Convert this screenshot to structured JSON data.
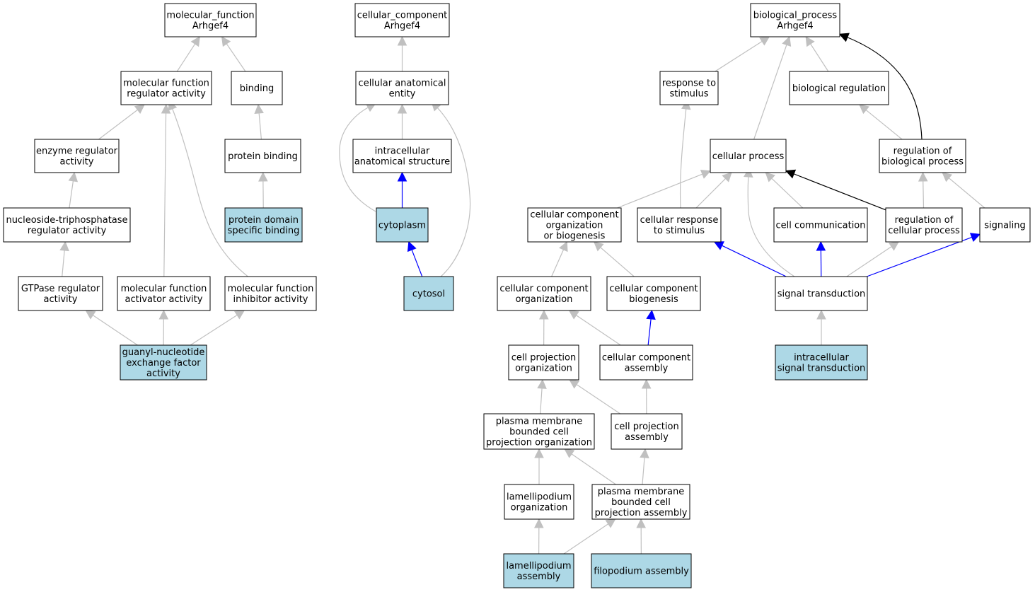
{
  "colors": {
    "node_fill": "#ffffff",
    "node_fill_highlight": "#add8e6",
    "node_stroke": "#000000",
    "edge_gray": "#c0c0c0",
    "edge_blue": "#0000ff",
    "edge_black": "#000000"
  },
  "nodes": [
    {
      "id": "mf_root",
      "lines": [
        "molecular_function",
        "Arhgef4"
      ],
      "highlight": false
    },
    {
      "id": "mf_reg",
      "lines": [
        "molecular function",
        "regulator activity"
      ],
      "highlight": false
    },
    {
      "id": "binding",
      "lines": [
        "binding"
      ],
      "highlight": false
    },
    {
      "id": "enz_reg",
      "lines": [
        "enzyme regulator",
        "activity"
      ],
      "highlight": false
    },
    {
      "id": "prot_binding",
      "lines": [
        "protein binding"
      ],
      "highlight": false
    },
    {
      "id": "ntp_reg",
      "lines": [
        "nucleoside-triphosphatase",
        "regulator activity"
      ],
      "highlight": false
    },
    {
      "id": "pdsb",
      "lines": [
        "protein domain",
        "specific binding"
      ],
      "highlight": true
    },
    {
      "id": "gtpase_reg",
      "lines": [
        "GTPase regulator",
        "activity"
      ],
      "highlight": false
    },
    {
      "id": "mf_act",
      "lines": [
        "molecular function",
        "activator activity"
      ],
      "highlight": false
    },
    {
      "id": "mf_inh",
      "lines": [
        "molecular function",
        "inhibitor activity"
      ],
      "highlight": false
    },
    {
      "id": "gef",
      "lines": [
        "guanyl-nucleotide",
        "exchange factor",
        "activity"
      ],
      "highlight": true
    },
    {
      "id": "cc_root",
      "lines": [
        "cellular_component",
        "Arhgef4"
      ],
      "highlight": false
    },
    {
      "id": "cae",
      "lines": [
        "cellular anatomical",
        "entity"
      ],
      "highlight": false
    },
    {
      "id": "ias",
      "lines": [
        "intracellular",
        "anatomical structure"
      ],
      "highlight": false
    },
    {
      "id": "cytoplasm",
      "lines": [
        "cytoplasm"
      ],
      "highlight": true
    },
    {
      "id": "cytosol",
      "lines": [
        "cytosol"
      ],
      "highlight": true
    },
    {
      "id": "bp_root",
      "lines": [
        "biological_process",
        "Arhgef4"
      ],
      "highlight": false
    },
    {
      "id": "resp_stim",
      "lines": [
        "response to",
        "stimulus"
      ],
      "highlight": false
    },
    {
      "id": "bio_reg",
      "lines": [
        "biological regulation"
      ],
      "highlight": false
    },
    {
      "id": "cell_proc",
      "lines": [
        "cellular process"
      ],
      "highlight": false
    },
    {
      "id": "reg_bio",
      "lines": [
        "regulation of",
        "biological process"
      ],
      "highlight": false
    },
    {
      "id": "ccob",
      "lines": [
        "cellular component",
        "organization",
        "or biogenesis"
      ],
      "highlight": false
    },
    {
      "id": "cell_resp",
      "lines": [
        "cellular response",
        "to stimulus"
      ],
      "highlight": false
    },
    {
      "id": "cell_comm",
      "lines": [
        "cell communication"
      ],
      "highlight": false
    },
    {
      "id": "reg_cell",
      "lines": [
        "regulation of",
        "cellular process"
      ],
      "highlight": false
    },
    {
      "id": "signaling",
      "lines": [
        "signaling"
      ],
      "highlight": false
    },
    {
      "id": "cco",
      "lines": [
        "cellular component",
        "organization"
      ],
      "highlight": false
    },
    {
      "id": "ccb",
      "lines": [
        "cellular component",
        "biogenesis"
      ],
      "highlight": false
    },
    {
      "id": "sig_trans",
      "lines": [
        "signal transduction"
      ],
      "highlight": false
    },
    {
      "id": "cpo",
      "lines": [
        "cell projection",
        "organization"
      ],
      "highlight": false
    },
    {
      "id": "cca",
      "lines": [
        "cellular component",
        "assembly"
      ],
      "highlight": false
    },
    {
      "id": "ist",
      "lines": [
        "intracellular",
        "signal transduction"
      ],
      "highlight": true
    },
    {
      "id": "pmbcpo",
      "lines": [
        "plasma membrane",
        "bounded cell",
        "projection organization"
      ],
      "highlight": false
    },
    {
      "id": "cpa",
      "lines": [
        "cell projection",
        "assembly"
      ],
      "highlight": false
    },
    {
      "id": "lam_org",
      "lines": [
        "lamellipodium",
        "organization"
      ],
      "highlight": false
    },
    {
      "id": "pmbcpa",
      "lines": [
        "plasma membrane",
        "bounded cell",
        "projection assembly"
      ],
      "highlight": false
    },
    {
      "id": "lam_asm",
      "lines": [
        "lamellipodium",
        "assembly"
      ],
      "highlight": true
    },
    {
      "id": "filo_asm",
      "lines": [
        "filopodium assembly"
      ],
      "highlight": true
    }
  ],
  "edges": [
    {
      "from": "mf_reg",
      "to": "mf_root",
      "color": "gray"
    },
    {
      "from": "binding",
      "to": "mf_root",
      "color": "gray"
    },
    {
      "from": "enz_reg",
      "to": "mf_reg",
      "color": "gray"
    },
    {
      "from": "mf_act",
      "to": "mf_reg",
      "color": "gray"
    },
    {
      "from": "mf_inh",
      "to": "mf_reg",
      "color": "gray"
    },
    {
      "from": "prot_binding",
      "to": "binding",
      "color": "gray"
    },
    {
      "from": "pdsb",
      "to": "prot_binding",
      "color": "gray"
    },
    {
      "from": "ntp_reg",
      "to": "enz_reg",
      "color": "gray"
    },
    {
      "from": "gtpase_reg",
      "to": "ntp_reg",
      "color": "gray"
    },
    {
      "from": "gef",
      "to": "gtpase_reg",
      "color": "gray"
    },
    {
      "from": "gef",
      "to": "mf_act",
      "color": "gray"
    },
    {
      "from": "gef",
      "to": "mf_inh",
      "color": "gray"
    },
    {
      "from": "cae",
      "to": "cc_root",
      "color": "gray"
    },
    {
      "from": "ias",
      "to": "cae",
      "color": "gray"
    },
    {
      "from": "cytoplasm",
      "to": "cae",
      "color": "gray"
    },
    {
      "from": "cytosol",
      "to": "cae",
      "color": "gray"
    },
    {
      "from": "cytoplasm",
      "to": "ias",
      "color": "blue"
    },
    {
      "from": "cytosol",
      "to": "cytoplasm",
      "color": "blue"
    },
    {
      "from": "resp_stim",
      "to": "bp_root",
      "color": "gray"
    },
    {
      "from": "cell_proc",
      "to": "bp_root",
      "color": "gray"
    },
    {
      "from": "bio_reg",
      "to": "bp_root",
      "color": "gray"
    },
    {
      "from": "reg_bio",
      "to": "bp_root",
      "color": "black"
    },
    {
      "from": "reg_bio",
      "to": "bio_reg",
      "color": "gray"
    },
    {
      "from": "cell_resp",
      "to": "resp_stim",
      "color": "gray"
    },
    {
      "from": "ccob",
      "to": "cell_proc",
      "color": "gray"
    },
    {
      "from": "cell_resp",
      "to": "cell_proc",
      "color": "gray"
    },
    {
      "from": "sig_trans",
      "to": "cell_proc",
      "color": "gray"
    },
    {
      "from": "cell_comm",
      "to": "cell_proc",
      "color": "gray"
    },
    {
      "from": "reg_cell",
      "to": "cell_proc",
      "color": "black"
    },
    {
      "from": "reg_cell",
      "to": "reg_bio",
      "color": "gray"
    },
    {
      "from": "signaling",
      "to": "reg_bio",
      "color": "gray"
    },
    {
      "from": "sig_trans",
      "to": "cell_resp",
      "color": "blue"
    },
    {
      "from": "sig_trans",
      "to": "cell_comm",
      "color": "blue"
    },
    {
      "from": "sig_trans",
      "to": "reg_cell",
      "color": "gray"
    },
    {
      "from": "sig_trans",
      "to": "signaling",
      "color": "blue"
    },
    {
      "from": "ist",
      "to": "sig_trans",
      "color": "gray"
    },
    {
      "from": "cco",
      "to": "ccob",
      "color": "gray"
    },
    {
      "from": "ccb",
      "to": "ccob",
      "color": "gray"
    },
    {
      "from": "cpo",
      "to": "cco",
      "color": "gray"
    },
    {
      "from": "cca",
      "to": "cco",
      "color": "gray"
    },
    {
      "from": "cca",
      "to": "ccb",
      "color": "blue"
    },
    {
      "from": "pmbcpo",
      "to": "cpo",
      "color": "gray"
    },
    {
      "from": "cpa",
      "to": "cpo",
      "color": "gray"
    },
    {
      "from": "cpa",
      "to": "cca",
      "color": "gray"
    },
    {
      "from": "lam_org",
      "to": "pmbcpo",
      "color": "gray"
    },
    {
      "from": "pmbcpa",
      "to": "pmbcpo",
      "color": "gray"
    },
    {
      "from": "pmbcpa",
      "to": "cpa",
      "color": "gray"
    },
    {
      "from": "lam_asm",
      "to": "lam_org",
      "color": "gray"
    },
    {
      "from": "lam_asm",
      "to": "pmbcpa",
      "color": "gray"
    },
    {
      "from": "filo_asm",
      "to": "pmbcpa",
      "color": "gray"
    }
  ]
}
